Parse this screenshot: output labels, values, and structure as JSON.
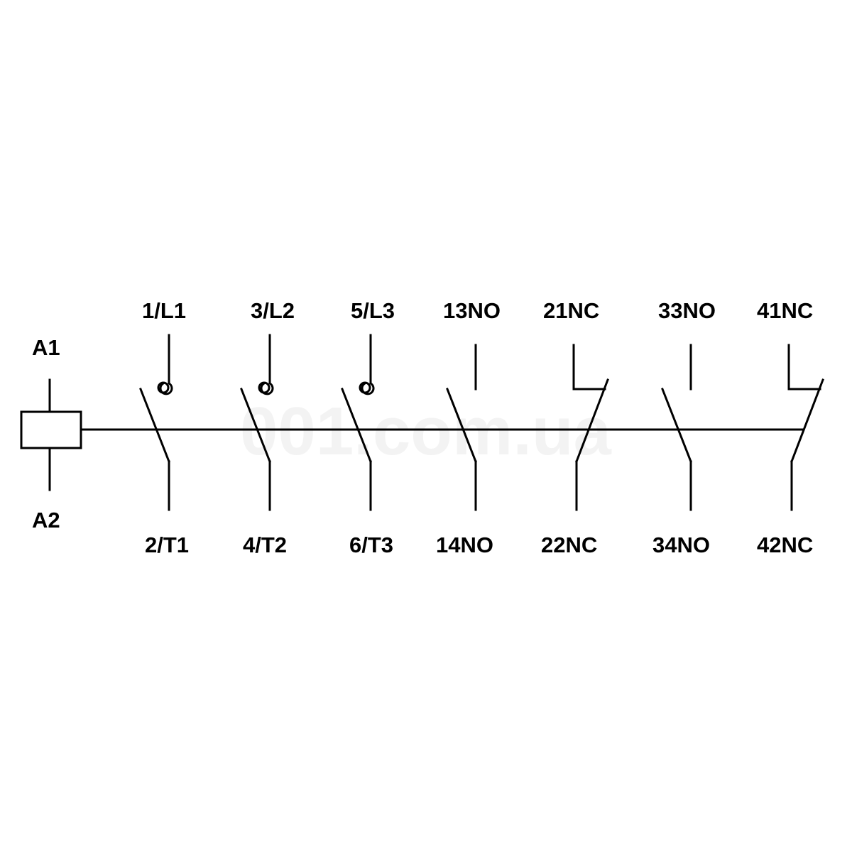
{
  "watermark": "001.com.ua",
  "coil": {
    "top_label": "A1",
    "bottom_label": "A2"
  },
  "contacts": [
    {
      "type": "main",
      "top_label": "1/L1",
      "bottom_label": "2/T1"
    },
    {
      "type": "main",
      "top_label": "3/L2",
      "bottom_label": "4/T2"
    },
    {
      "type": "main",
      "top_label": "5/L3",
      "bottom_label": "6/T3"
    },
    {
      "type": "NO",
      "top_label": "13NO",
      "bottom_label": "14NO"
    },
    {
      "type": "NC",
      "top_label": "21NC",
      "bottom_label": "22NC"
    },
    {
      "type": "NO",
      "top_label": "33NO",
      "bottom_label": "34NO"
    },
    {
      "type": "NC",
      "top_label": "41NC",
      "bottom_label": "42NC"
    }
  ]
}
